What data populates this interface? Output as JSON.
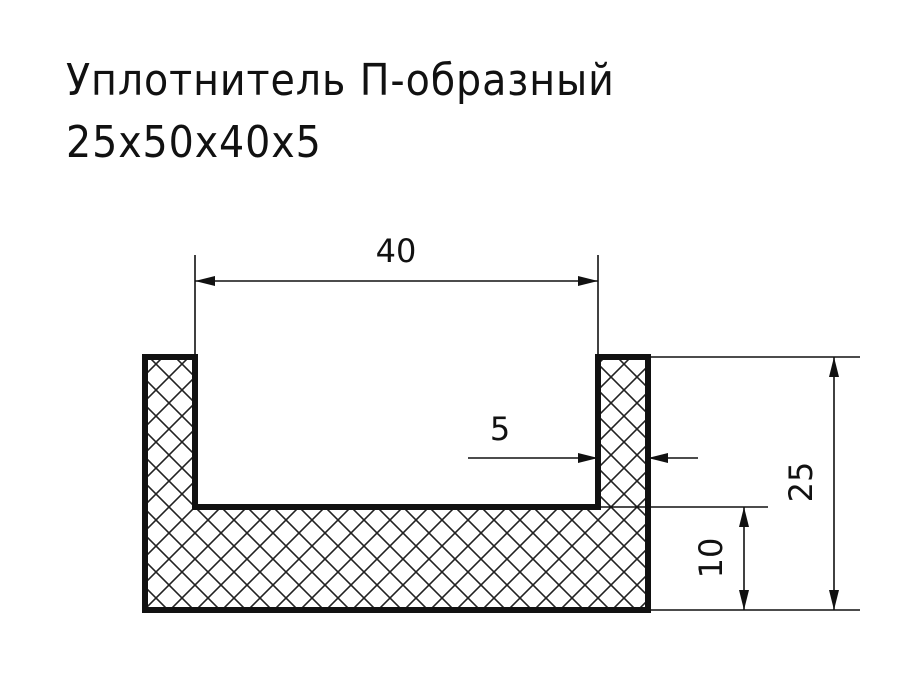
{
  "title": {
    "line1": "Уплотнитель П-образный",
    "line2": "25x50x40x5"
  },
  "dimensions": {
    "inner_width": "40",
    "wall_thickness": "5",
    "base_height": "10",
    "total_height": "25"
  },
  "colors": {
    "outline": "#111111",
    "hatch": "#222222",
    "background": "#ffffff"
  }
}
